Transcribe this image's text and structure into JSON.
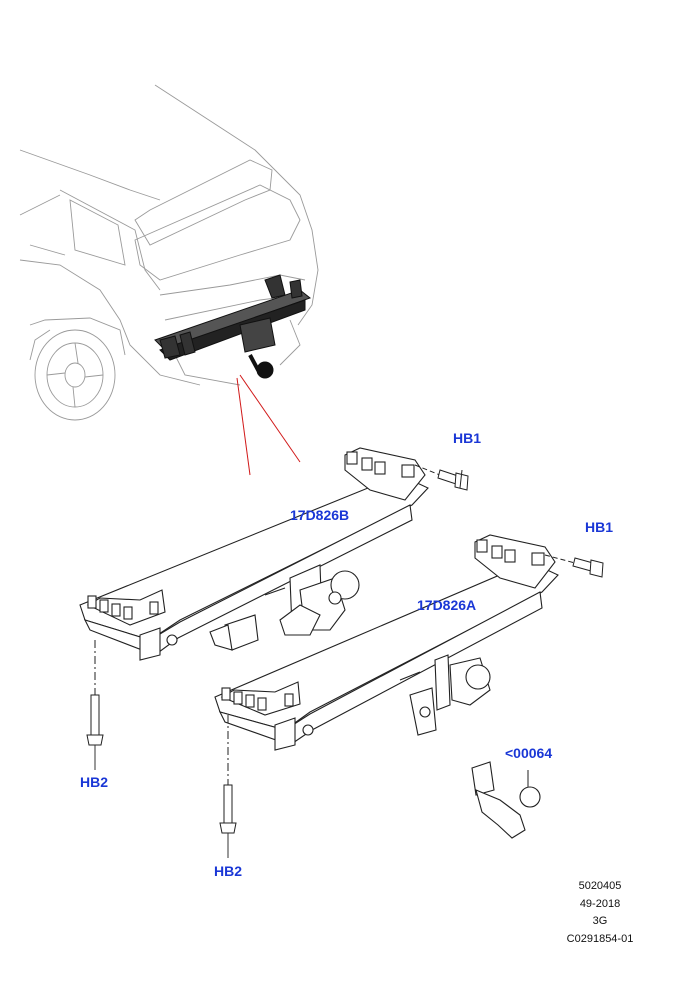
{
  "callouts": {
    "hb1_top": "HB1",
    "hb1_right": "HB1",
    "part_b": "17D826B",
    "part_a": "17D826A",
    "hb2_left": "HB2",
    "hb2_bottom": "HB2",
    "ball": "<00064"
  },
  "reference": {
    "line1": "5020405",
    "line2": "49-2018",
    "line3": "3G",
    "line4": "C0291854-01"
  },
  "colors": {
    "callout": "#1a37d6",
    "leader": "#d11a1a",
    "line": "#222222",
    "faint": "#9a9a9a"
  }
}
